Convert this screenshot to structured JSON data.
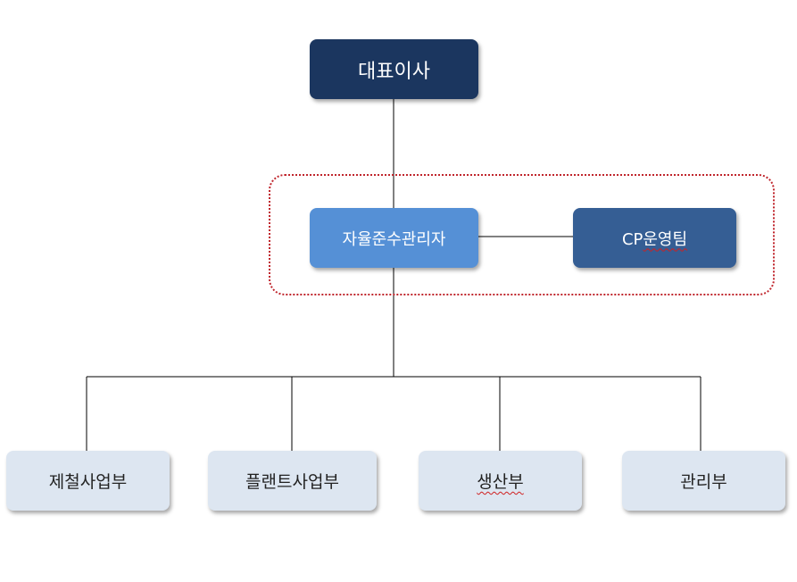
{
  "org_chart": {
    "ceo": {
      "label": "대표이사"
    },
    "compliance": {
      "officer": {
        "label": "자율준수관리자"
      },
      "team": {
        "prefix": "CP",
        "suffix": "운영팀"
      }
    },
    "departments": [
      {
        "label": "제철사업부"
      },
      {
        "label": "플랜트사업부"
      },
      {
        "label": "생산부"
      },
      {
        "label": "관리부"
      }
    ]
  },
  "colors": {
    "ceo_fill": "#1b365f",
    "officer_fill": "#5590d6",
    "team_fill": "#355e94",
    "department_fill": "#dde6f1",
    "group_border": "#c0262d",
    "connector": "#000000"
  }
}
